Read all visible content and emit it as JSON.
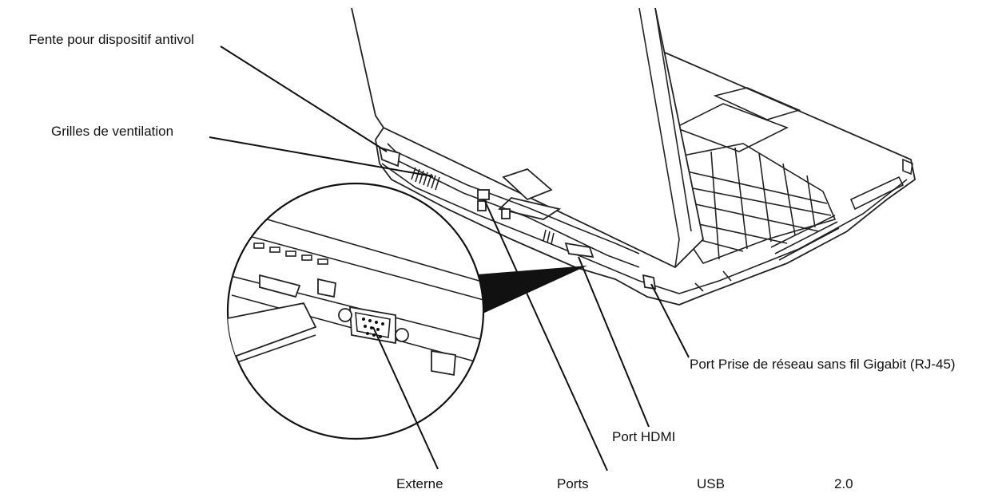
{
  "callouts": {
    "antivol": "Fente pour dispositif antivol",
    "ventilation": "Grilles de ventilation",
    "rj45": "Port Prise de réseau sans fil Gigabit (RJ-45)",
    "hdmi": "Port HDMI"
  },
  "bottom_row": [
    "Externe",
    "Ports",
    "USB",
    "2.0"
  ]
}
